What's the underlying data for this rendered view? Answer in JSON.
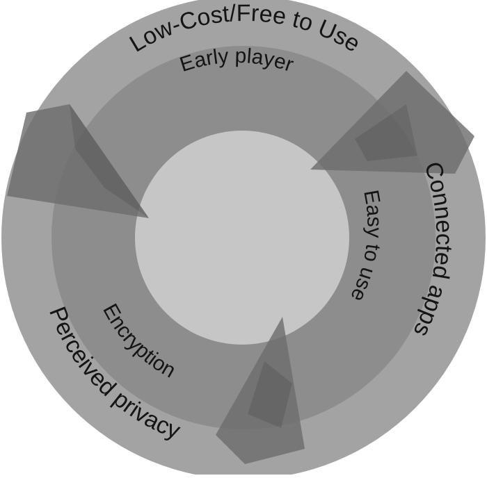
{
  "diagram": {
    "outer_ring": {
      "labels": [
        {
          "id": "top",
          "text": "Low-Cost/Free to Use"
        },
        {
          "id": "right",
          "text": "Connected apps"
        },
        {
          "id": "bottom",
          "text": "Perceived privacy"
        }
      ]
    },
    "inner_ring": {
      "labels": [
        {
          "id": "top",
          "text": "Early player"
        },
        {
          "id": "right",
          "text": "Easy to use"
        },
        {
          "id": "left",
          "text": "Encryption"
        }
      ]
    },
    "colors": {
      "outer_ring": "#a3a3a3",
      "inner_ring": "#8d8d8d",
      "core": "#c6c6c6",
      "arrow": "#6e6e6e",
      "arrow_dark": "#5e5e5e",
      "text": "#141414"
    }
  }
}
